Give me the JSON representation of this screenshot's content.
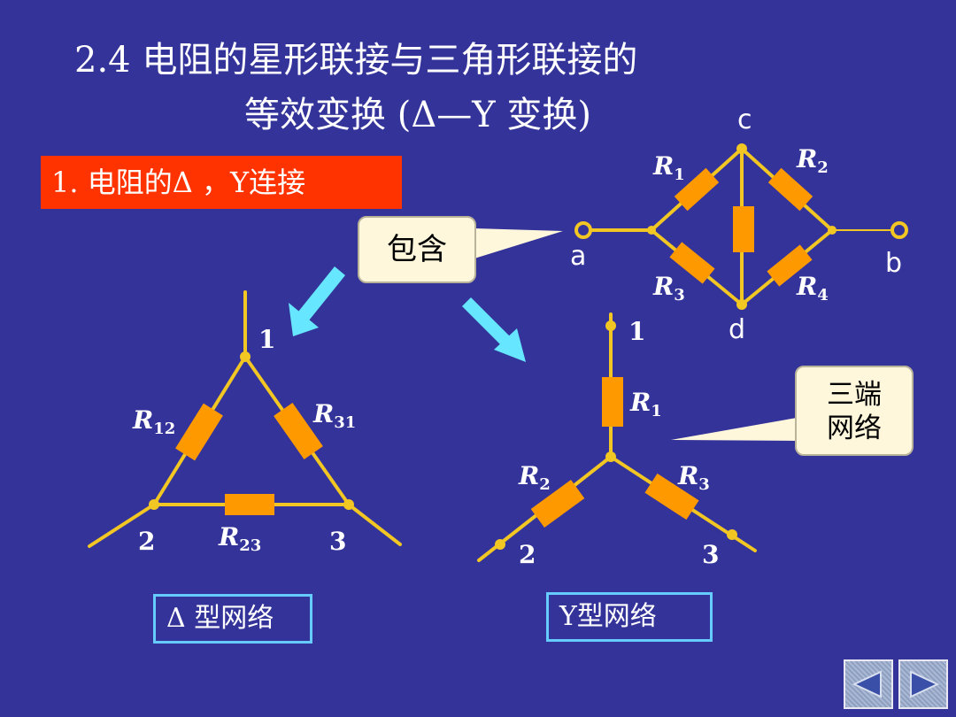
{
  "title": {
    "line1": "2.4 电阻的星形联接与三角形联接的",
    "line2": "等效变换 (Δ—Y 变换)"
  },
  "section": {
    "label": "1. 电阻的Δ ，Y连接"
  },
  "callouts": {
    "contain": "包含",
    "three_line1": "三端",
    "three_line2": "网络"
  },
  "bridge": {
    "nodes": {
      "a": "a",
      "b": "b",
      "c": "c",
      "d": "d"
    },
    "resistors": {
      "r1": "R",
      "r1_sub": "1",
      "r2": "R",
      "r2_sub": "2",
      "r3": "R",
      "r3_sub": "3",
      "r4": "R",
      "r4_sub": "4"
    }
  },
  "delta": {
    "nodes": {
      "n1": "1",
      "n2": "2",
      "n3": "3"
    },
    "resistors": {
      "r12": "R",
      "r12_sub": "12",
      "r31": "R",
      "r31_sub": "31",
      "r23": "R",
      "r23_sub": "23"
    },
    "label": "Δ 型网络"
  },
  "star": {
    "nodes": {
      "n1": "1",
      "n2": "2",
      "n3": "3"
    },
    "resistors": {
      "r1": "R",
      "r1_sub": "1",
      "r2": "R",
      "r2_sub": "2",
      "r3": "R",
      "r3_sub": "3"
    },
    "label": "Y型网络"
  },
  "colors": {
    "background": "#33339a",
    "wire": "#f2c623",
    "resistor": "#ff9900",
    "arrow": "#66e6ff",
    "section_bg": "#ff3300",
    "callout_bg": "#fff7dc"
  },
  "navigation": {
    "prev_icon": "arrow-left-icon",
    "next_icon": "arrow-right-icon"
  }
}
